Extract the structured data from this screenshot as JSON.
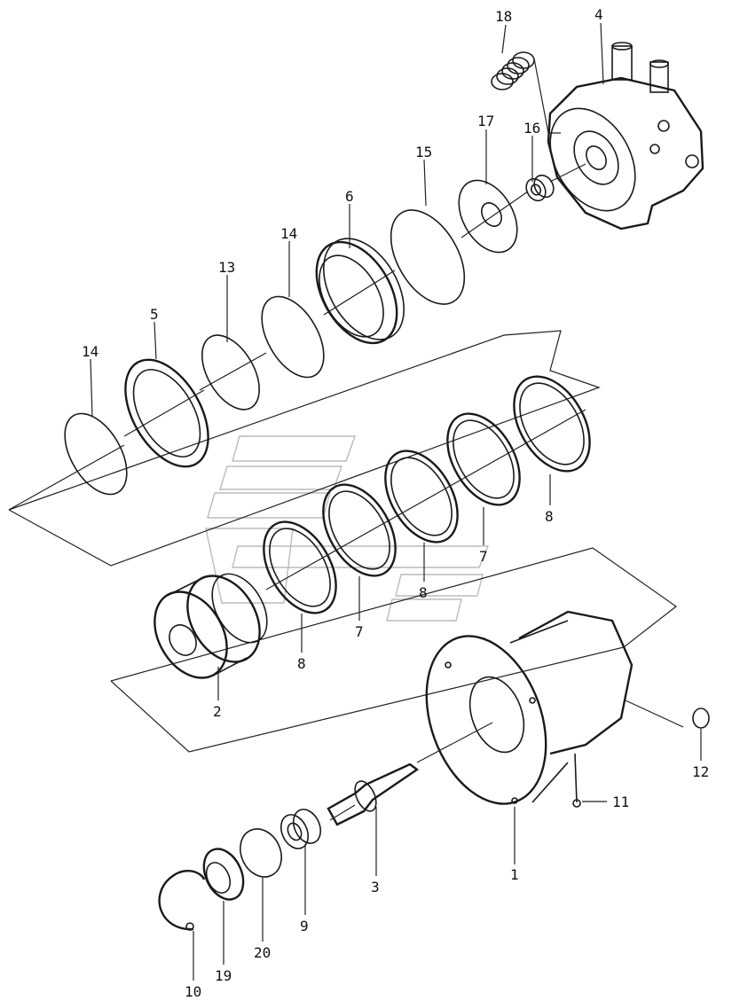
{
  "diagram": {
    "labels": {
      "p1": "1",
      "p2": "2",
      "p3": "3",
      "p4": "4",
      "p5": "5",
      "p6": "6",
      "p7a": "7",
      "p7b": "7",
      "p8a": "8",
      "p8b": "8",
      "p8c": "8",
      "p9": "9",
      "p10": "10",
      "p11": "11",
      "p12": "12",
      "p13": "13",
      "p14a": "14",
      "p14b": "14",
      "p15": "15",
      "p16": "16",
      "p17": "17",
      "p18": "18",
      "p19": "19",
      "p20": "20"
    }
  }
}
